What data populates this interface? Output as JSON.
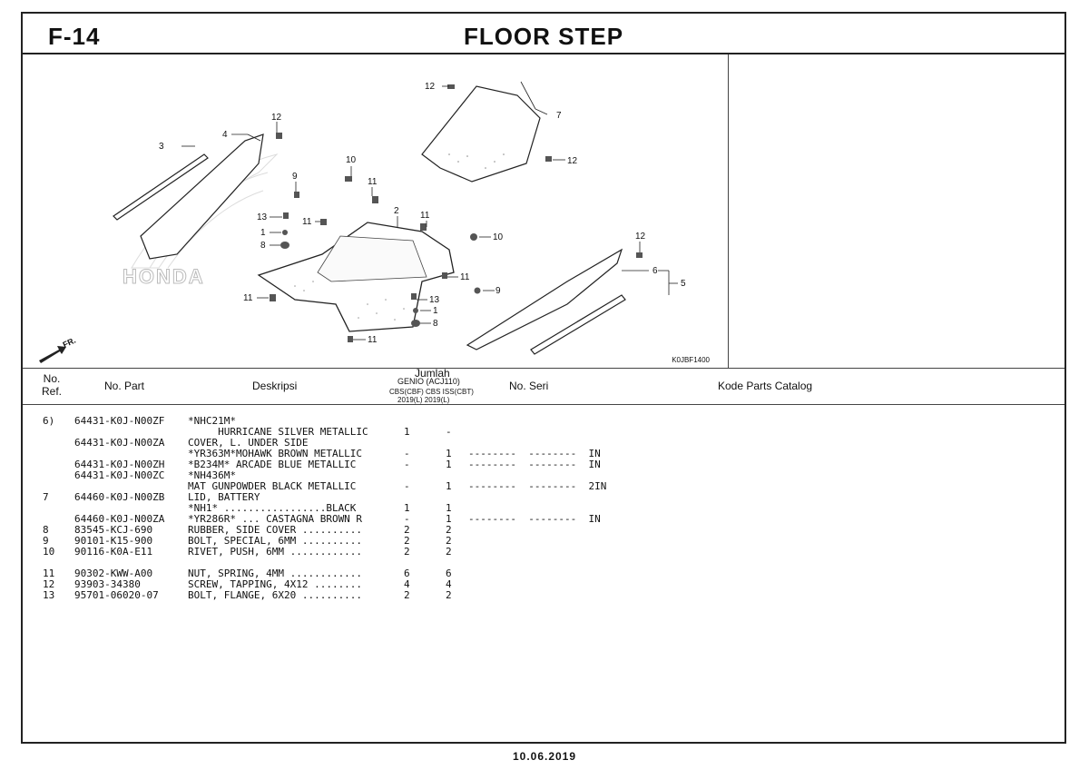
{
  "header": {
    "code": "F-14",
    "title": "FLOOR STEP"
  },
  "diagram": {
    "ref_code": "K0JBF1400",
    "direction_label": "FR.",
    "watermark": "HONDA",
    "callouts": [
      "12",
      "4",
      "3",
      "10",
      "9",
      "11",
      "13",
      "1",
      "8",
      "11",
      "2",
      "11",
      "10",
      "11",
      "9",
      "13",
      "1",
      "8",
      "11",
      "11",
      "12",
      "7",
      "12",
      "12",
      "6",
      "5"
    ]
  },
  "columns": {
    "no_ref": "No. Ref.",
    "no_part": "No. Part",
    "deskripsi": "Deskripsi",
    "jumlah": "Jumlah",
    "model": "GENIO (ACJ110)",
    "sub1": "CBS(CBF) CBS ISS(CBT)",
    "sub2": "2019(L)    2019(L)",
    "no_seri": "No. Seri",
    "catalog": "Kode Parts Catalog"
  },
  "rows": [
    {
      "ref": "6)",
      "part": "64431-K0J-N00ZF",
      "desc": "*NHC21M*",
      "q1": "",
      "q2": "",
      "seri": ""
    },
    {
      "ref": "",
      "part": "",
      "desc": "     HURRICANE SILVER METALLIC",
      "q1": "1",
      "q2": "-",
      "seri": ""
    },
    {
      "ref": "",
      "part": "64431-K0J-N00ZA",
      "desc": "COVER, L. UNDER SIDE",
      "q1": "",
      "q2": "",
      "seri": ""
    },
    {
      "ref": "",
      "part": "",
      "desc": "*YR363M*MOHAWK BROWN METALLIC",
      "q1": "-",
      "q2": "1",
      "seri": "--------  --------  IN"
    },
    {
      "ref": "",
      "part": "64431-K0J-N00ZH",
      "desc": "*B234M* ARCADE BLUE METALLIC",
      "q1": "-",
      "q2": "1",
      "seri": "--------  --------  IN"
    },
    {
      "ref": "",
      "part": "64431-K0J-N00ZC",
      "desc": "*NH436M*",
      "q1": "",
      "q2": "",
      "seri": ""
    },
    {
      "ref": "",
      "part": "",
      "desc": "MAT GUNPOWDER BLACK METALLIC",
      "q1": "-",
      "q2": "1",
      "seri": "--------  --------  2IN"
    },
    {
      "ref": "7",
      "part": "64460-K0J-N00ZB",
      "desc": "LID, BATTERY",
      "q1": "",
      "q2": "",
      "seri": ""
    },
    {
      "ref": "",
      "part": "",
      "desc": "*NH1* .................BLACK",
      "q1": "1",
      "q2": "1",
      "seri": ""
    },
    {
      "ref": "",
      "part": "64460-K0J-N00ZA",
      "desc": "*YR286R* ... CASTAGNA BROWN R",
      "q1": "-",
      "q2": "1",
      "seri": "--------  --------  IN"
    },
    {
      "ref": "8",
      "part": "83545-KCJ-690",
      "desc": "RUBBER, SIDE COVER ..........",
      "q1": "2",
      "q2": "2",
      "seri": ""
    },
    {
      "ref": "9",
      "part": "90101-K15-900",
      "desc": "BOLT, SPECIAL, 6MM ..........",
      "q1": "2",
      "q2": "2",
      "seri": ""
    },
    {
      "ref": "10",
      "part": "90116-K0A-E11",
      "desc": "RIVET, PUSH, 6MM ............",
      "q1": "2",
      "q2": "2",
      "seri": ""
    },
    {
      "ref": "11",
      "part": "90302-KWW-A00",
      "desc": "NUT, SPRING, 4MM ............",
      "q1": "6",
      "q2": "6",
      "seri": ""
    },
    {
      "ref": "12",
      "part": "93903-34380",
      "desc": "SCREW, TAPPING, 4X12 ........",
      "q1": "4",
      "q2": "4",
      "seri": ""
    },
    {
      "ref": "13",
      "part": "95701-06020-07",
      "desc": "BOLT, FLANGE, 6X20 ..........",
      "q1": "2",
      "q2": "2",
      "seri": ""
    }
  ],
  "footer": {
    "date": "10.06.2019"
  }
}
